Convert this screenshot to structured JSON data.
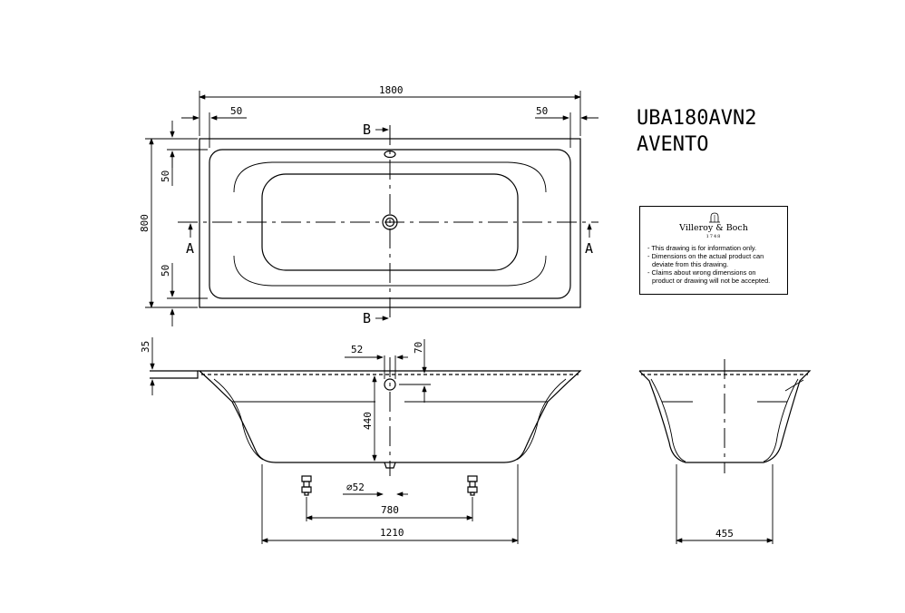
{
  "title": {
    "model": "UBA180AVN2",
    "series": "AVENTO"
  },
  "section_markers": {
    "b": "B",
    "a": "A"
  },
  "dimensions": {
    "overall_length": "1800",
    "rim_left": "50",
    "rim_right": "50",
    "overall_width": "800",
    "rim_top": "50",
    "rim_bottom": "50",
    "rim_thickness": "35",
    "overflow_offset": "52",
    "overflow_height": "70",
    "depth": "440",
    "drain_diameter": "⌀52",
    "feet_spacing": "780",
    "base_length": "1210",
    "base_width": "455"
  },
  "info_box": {
    "brand": "Villeroy & Boch",
    "year": "1748",
    "notes": [
      "- This drawing is for information only.",
      "- Dimensions on the actual product can",
      "  deviate from this drawing.",
      "- Claims about wrong dimensions on",
      "  product or drawing will not be accepted."
    ]
  }
}
